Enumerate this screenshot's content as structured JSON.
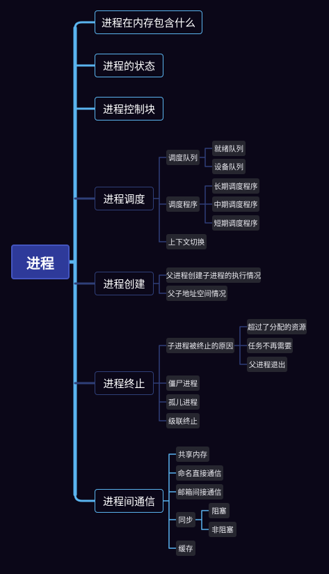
{
  "mindmap": {
    "root": "进程",
    "topics": [
      {
        "id": "contents",
        "label": "进程在内存包含什么"
      },
      {
        "id": "state",
        "label": "进程的状态"
      },
      {
        "id": "pcb",
        "label": "进程控制块"
      },
      {
        "id": "scheduling",
        "label": "进程调度",
        "children": [
          {
            "label": "调度队列",
            "children": [
              {
                "label": "就绪队列"
              },
              {
                "label": "设备队列"
              }
            ]
          },
          {
            "label": "调度程序",
            "children": [
              {
                "label": "长期调度程序"
              },
              {
                "label": "中期调度程序"
              },
              {
                "label": "短期调度程序"
              }
            ]
          },
          {
            "label": "上下文切换"
          }
        ]
      },
      {
        "id": "creation",
        "label": "进程创建",
        "children": [
          {
            "label": "父进程创建子进程的执行情况"
          },
          {
            "label": "父子地址空间情况"
          }
        ]
      },
      {
        "id": "termination",
        "label": "进程终止",
        "children": [
          {
            "label": "子进程被终止的原因",
            "children": [
              {
                "label": "超过了分配的资源"
              },
              {
                "label": "任务不再需要"
              },
              {
                "label": "父进程退出"
              }
            ]
          },
          {
            "label": "僵尸进程"
          },
          {
            "label": "孤儿进程"
          },
          {
            "label": "级联终止"
          }
        ]
      },
      {
        "id": "ipc",
        "label": "进程间通信",
        "children": [
          {
            "label": "共享内存"
          },
          {
            "label": "命名直接通信"
          },
          {
            "label": "邮箱间接通信"
          },
          {
            "label": "同步",
            "children": [
              {
                "label": "阻塞"
              },
              {
                "label": "非阻塞"
              }
            ]
          },
          {
            "label": "缓存"
          }
        ]
      }
    ]
  },
  "colors": {
    "background": "#0b0718",
    "accent": "#5ab4ef",
    "dim_branch": "#2f3f78",
    "root_fill": "#2e3a9a",
    "sub_fill": "#26262f"
  }
}
